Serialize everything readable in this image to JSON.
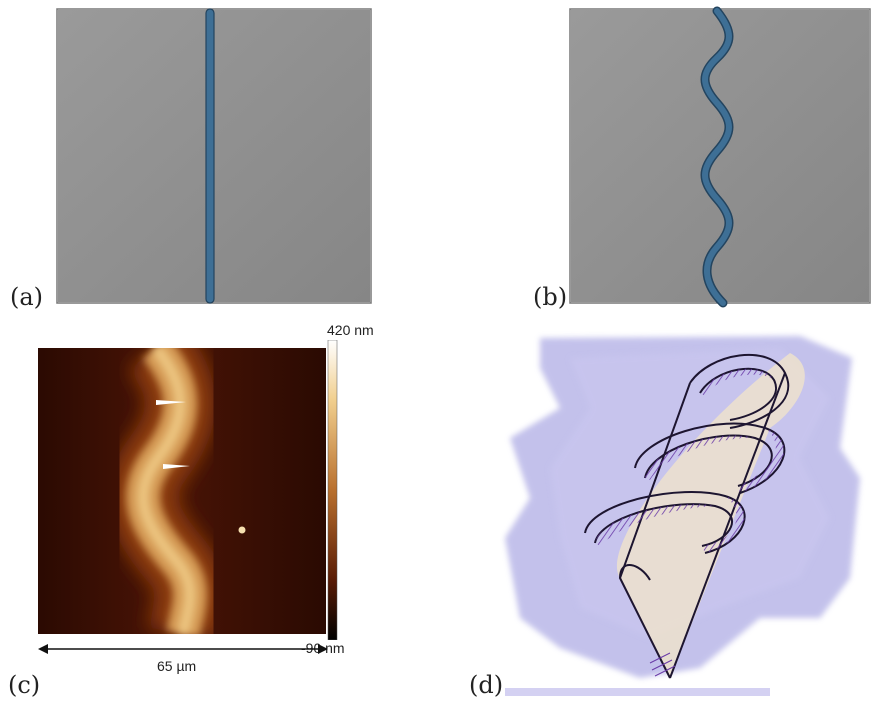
{
  "panels": {
    "a": {
      "label": "(a)"
    },
    "b": {
      "label": "(b)"
    },
    "c": {
      "label": "(c)",
      "colorbar_max": "420 nm",
      "colorbar_min": "-90 nm",
      "scale_bar": "65 µm"
    },
    "d": {
      "label": "(d)"
    }
  },
  "colors": {
    "slab_gray": "#8c8c8c",
    "fiber_blue": "#3e6f95",
    "afm_dark": "#3a0d02",
    "afm_bright": "#e8bc70",
    "wash_violet": "#b9b7e8",
    "hatch_purple": "#6a3aa8"
  }
}
